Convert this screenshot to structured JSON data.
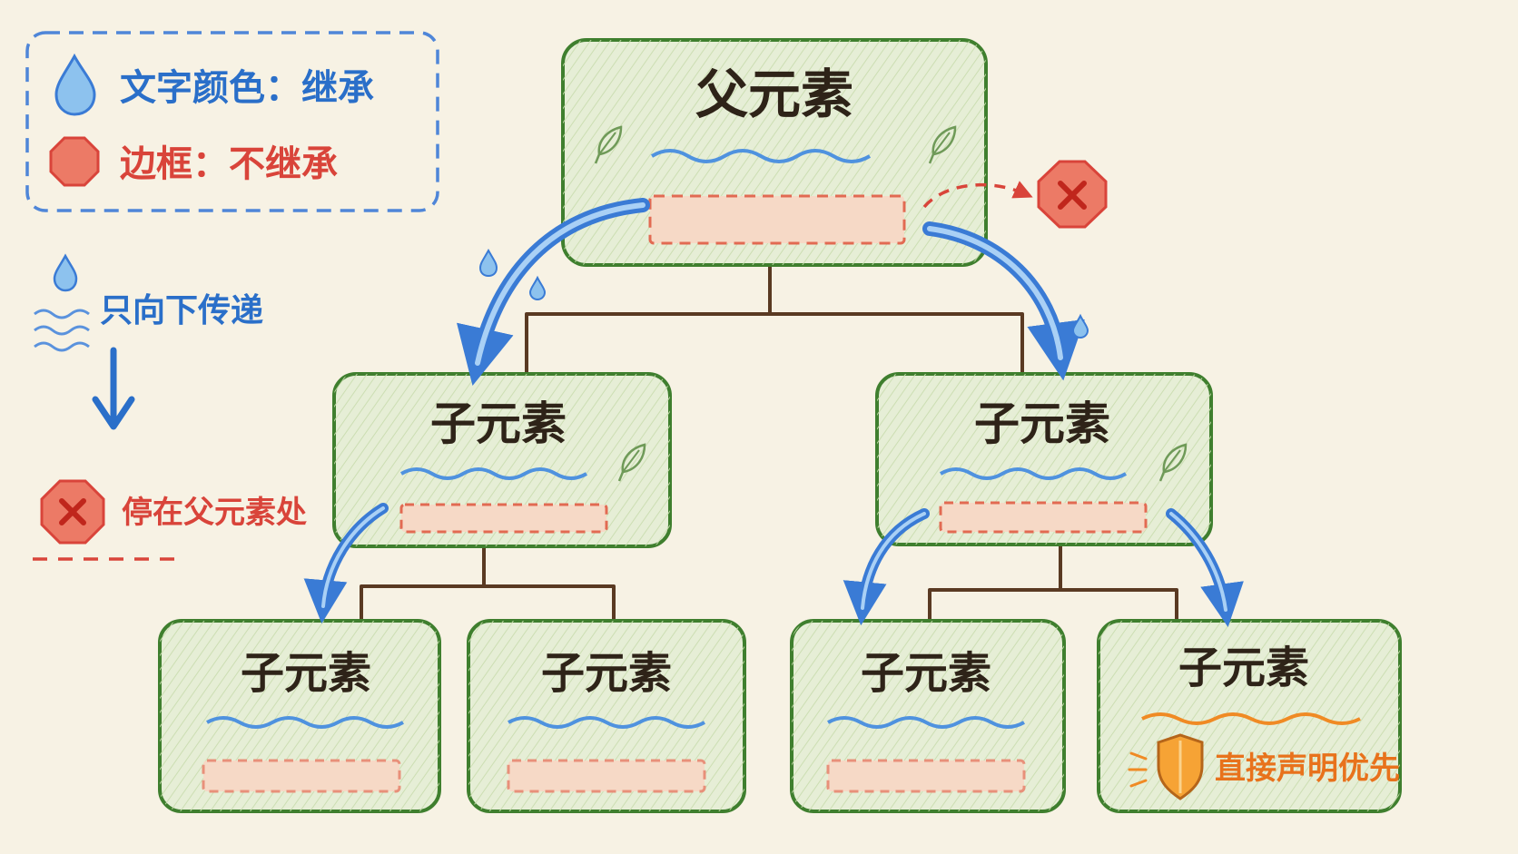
{
  "legend": {
    "text_color": "文字颜色：继承",
    "border": "边框：不继承"
  },
  "side_notes": {
    "downward": "只向下传递",
    "stop": "停在父元素处"
  },
  "nodes": {
    "root": "父元素",
    "child_left": "子元素",
    "child_right": "子元素",
    "grandchild_1": "子元素",
    "grandchild_2": "子元素",
    "grandchild_3": "子元素",
    "grandchild_4": "子元素"
  },
  "override_note": "直接声明优先",
  "colors": {
    "inherit_blue": "#3a7bd5",
    "no_inherit_red": "#d9443a",
    "box_green": "#3f7f2e",
    "box_fill": "#e6eed6",
    "tree_brown": "#5a3a22",
    "override_orange": "#f08a24"
  }
}
